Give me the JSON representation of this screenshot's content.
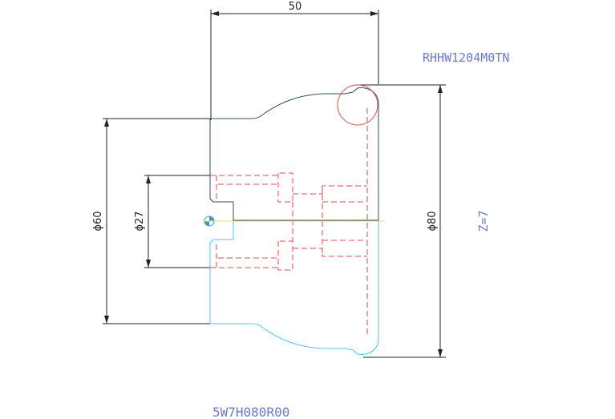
{
  "drawing": {
    "dimensions": {
      "width_top": "50",
      "dia_outer_left": "ϕ60",
      "dia_bore": "ϕ27",
      "dia_right": "ϕ80"
    },
    "labels": {
      "insert_code": "RHHW1204M0TN",
      "teeth_count": "Z=7",
      "part_code": "5W7H080R00"
    },
    "colors": {
      "outline_dark": "#2f4f5a",
      "outline_cyan": "#49c9e8",
      "hidden_red": "#e0484a",
      "dimension_black": "#222222",
      "label_blue": "#6a78d8",
      "center_yellow": "#e3e35a"
    }
  }
}
